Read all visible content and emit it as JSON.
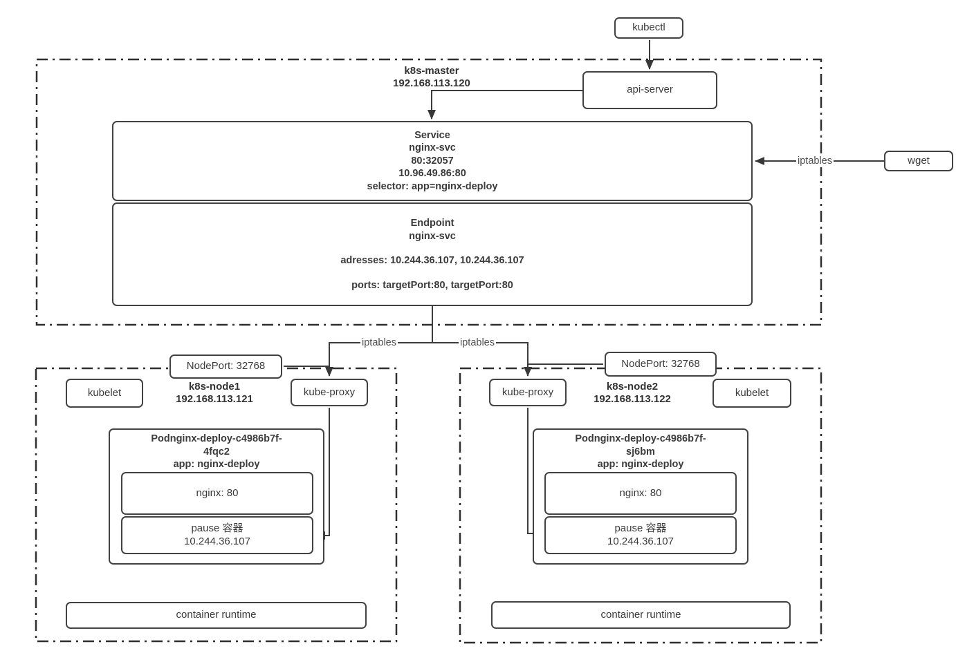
{
  "colors": {
    "box_border": "#424242",
    "dashed_border": "#2f2f2f",
    "connector": "#3b3b3b",
    "text": "#3b3b3b",
    "muted_label": "#4f4f4f",
    "background": "#ffffff"
  },
  "nodes": {
    "kubectl": "kubectl",
    "api_server": "api-server",
    "wget": "wget"
  },
  "labels": {
    "iptables_wget": "iptables",
    "iptables_node1": "iptables",
    "iptables_node2": "iptables"
  },
  "master": {
    "title": "k8s-master",
    "ip": "192.168.113.120",
    "service": {
      "lines": [
        "Service",
        "nginx-svc",
        "80:32057",
        "10.96.49.86:80",
        "selector: app=nginx-deploy"
      ]
    },
    "endpoint": {
      "title": "Endpoint",
      "name": "nginx-svc",
      "addresses": "adresses: 10.244.36.107, 10.244.36.107",
      "ports": "ports: targetPort:80, targetPort:80"
    }
  },
  "node1": {
    "title": "k8s-node1",
    "ip": "192.168.113.121",
    "nodeport": "NodePort: 32768",
    "kubelet": "kubelet",
    "kube_proxy": "kube-proxy",
    "pod": {
      "title_lines": [
        "Podnginx-deploy-c4986b7f-",
        "4fqc2",
        "app: nginx-deploy"
      ],
      "nginx": "nginx: 80",
      "pause_line1": "pause 容器",
      "pause_line2": "10.244.36.107"
    },
    "container_runtime": "container runtime"
  },
  "node2": {
    "title": "k8s-node2",
    "ip": "192.168.113.122",
    "nodeport": "NodePort: 32768",
    "kubelet": "kubelet",
    "kube_proxy": "kube-proxy",
    "pod": {
      "title_lines": [
        "Podnginx-deploy-c4986b7f-",
        "sj6bm",
        "app: nginx-deploy"
      ],
      "nginx": "nginx: 80",
      "pause_line1": "pause 容器",
      "pause_line2": "10.244.36.107"
    },
    "container_runtime": "container runtime"
  }
}
